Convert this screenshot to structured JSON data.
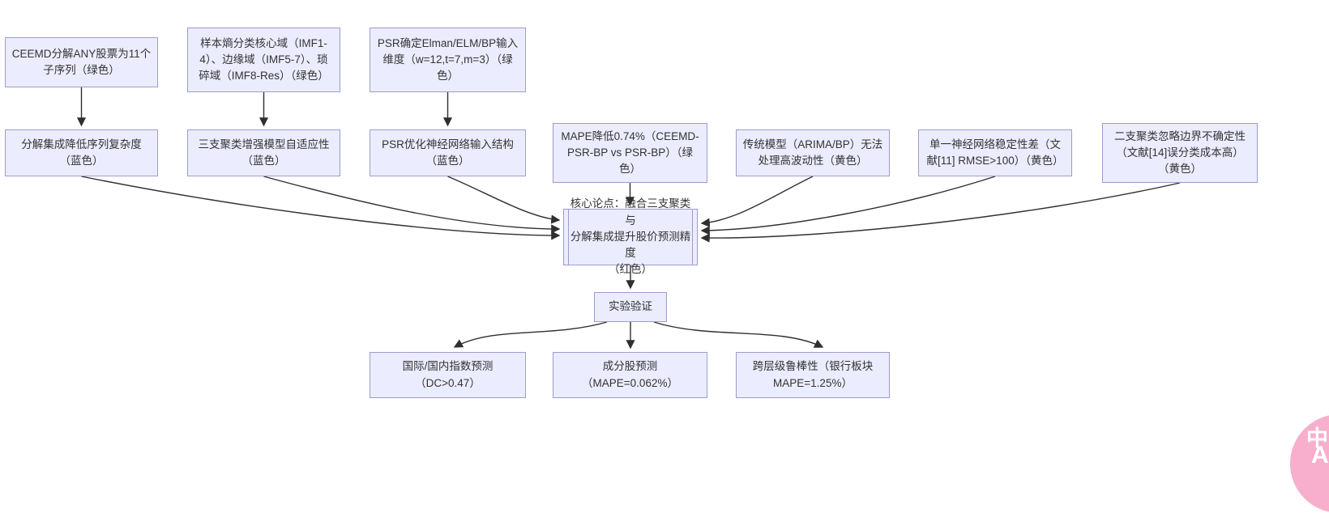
{
  "nodes": {
    "ceemd": {
      "label": "CEEMD分解ANY股票为11个\n子序列（绿色）"
    },
    "entropy": {
      "label": "样本熵分类核心域（IMF1-\n4）、边缘域（IMF5-7）、琐\n碎域（IMF8-Res）（绿色）"
    },
    "psr_input": {
      "label": "PSR确定Elman/ELM/BP输入\n维度（w=12,t=7,m=3）（绿\n色）"
    },
    "decompose": {
      "label": "分解集成降低序列复杂度\n（蓝色）"
    },
    "three_way": {
      "label": "三支聚类增强模型自适应性\n（蓝色）"
    },
    "psr_opt": {
      "label": "PSR优化神经网络输入结构\n（蓝色）"
    },
    "mape": {
      "label": "MAPE降低0.74%（CEEMD-\nPSR-BP vs PSR-BP）（绿\n色）"
    },
    "traditional": {
      "label": "传统模型（ARIMA/BP）无法\n处理高波动性（黄色）"
    },
    "single_nn": {
      "label": "单一神经网络稳定性差（文\n献[11] RMSE>100）（黄色）"
    },
    "two_way": {
      "label": "二支聚类忽略边界不确定性\n（文献[14]误分类成本高）\n（黄色）"
    },
    "core": {
      "label": "核心论点：融合三支聚类与\n分解集成提升股价预测精度\n（红色）"
    },
    "experiment": {
      "label": "实验验证"
    },
    "index_pred": {
      "label": "国际/国内指数预测\n（DC>0.47）"
    },
    "component": {
      "label": "成分股预测\n（MAPE=0.062%）"
    },
    "cross_level": {
      "label": "跨层级鲁棒性（银行板块\nMAPE=1.25%）"
    }
  },
  "badge": {
    "char1": "中",
    "char2": "A"
  },
  "colors": {
    "node_fill": "#ececff",
    "node_border": "#9c9cce",
    "edge": "#2f2f2f",
    "badge_pink": "#f8aecd",
    "background": "#ffffff"
  }
}
